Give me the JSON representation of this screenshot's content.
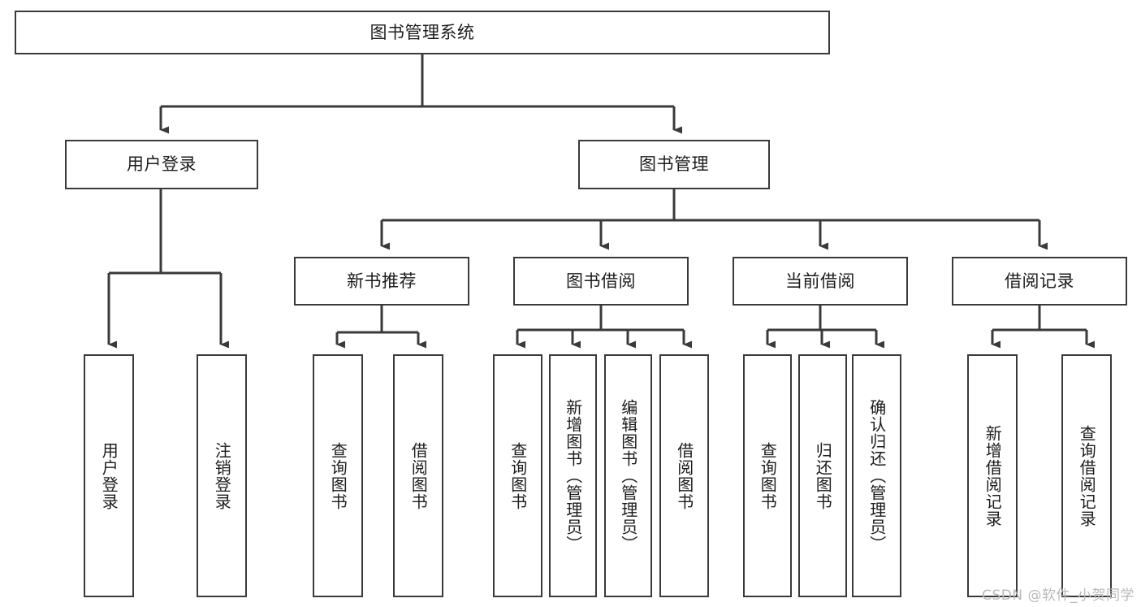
{
  "diagram": {
    "title": "图书管理系统",
    "type": "tree-hierarchy",
    "root": {
      "id": "root",
      "label": "图书管理系统",
      "orientation": "horizontal"
    },
    "level2": [
      {
        "id": "user-login",
        "label": "用户登录",
        "orientation": "horizontal"
      },
      {
        "id": "book-manage",
        "label": "图书管理",
        "orientation": "horizontal"
      }
    ],
    "level3": [
      {
        "id": "new-book-recommend",
        "label": "新书推荐",
        "orientation": "horizontal",
        "parent": "book-manage"
      },
      {
        "id": "book-borrow",
        "label": "图书借阅",
        "orientation": "horizontal",
        "parent": "book-manage"
      },
      {
        "id": "current-borrow",
        "label": "当前借阅",
        "orientation": "horizontal",
        "parent": "book-manage"
      },
      {
        "id": "borrow-record",
        "label": "借阅记录",
        "orientation": "horizontal",
        "parent": "book-manage"
      }
    ],
    "leaves": [
      {
        "id": "leaf-user-login",
        "label": "用户登录",
        "parent": "user-login"
      },
      {
        "id": "leaf-user-logout",
        "label": "注销登录",
        "parent": "user-login"
      },
      {
        "id": "leaf-query-book-1",
        "label": "查询图书",
        "parent": "new-book-recommend"
      },
      {
        "id": "leaf-borrow-book-1",
        "label": "借阅图书",
        "parent": "new-book-recommend"
      },
      {
        "id": "leaf-query-book-2",
        "label": "查询图书",
        "parent": "book-borrow"
      },
      {
        "id": "leaf-add-book",
        "label": "新增图书（管理员）",
        "parent": "book-borrow"
      },
      {
        "id": "leaf-edit-book",
        "label": "编辑图书（管理员）",
        "parent": "book-borrow"
      },
      {
        "id": "leaf-borrow-book-2",
        "label": "借阅图书",
        "parent": "book-borrow"
      },
      {
        "id": "leaf-query-book-3",
        "label": "查询图书",
        "parent": "current-borrow"
      },
      {
        "id": "leaf-return-book",
        "label": "归还图书",
        "parent": "current-borrow"
      },
      {
        "id": "leaf-confirm-return",
        "label": "确认归还（管理员）",
        "parent": "current-borrow"
      },
      {
        "id": "leaf-add-record",
        "label": "新增借阅记录",
        "parent": "borrow-record"
      },
      {
        "id": "leaf-query-record",
        "label": "查询借阅记录",
        "parent": "borrow-record"
      }
    ]
  },
  "watermark": {
    "text": "CSDN @软件_小贺同学"
  },
  "colors": {
    "stroke": "#3a3a3a",
    "background": "#ffffff",
    "text": "#1c1c1c",
    "watermark": "#b9b9b9"
  }
}
